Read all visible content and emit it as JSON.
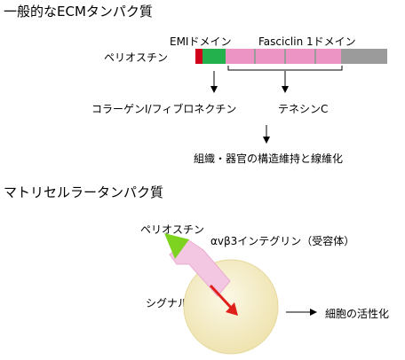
{
  "section1": {
    "title": "一般的なECMタンパク質",
    "emi_label": "EMIドメイン",
    "fasciclin_label": "Fasciclin 1ドメイン",
    "protein_label": "ペリオスチン",
    "collagen_label": "コラーゲンI/フィブロネクチン",
    "tenascin_label": "テネシンC",
    "outcome_label": "組織・器官の構造維持と線維化"
  },
  "section2": {
    "title": "マトリセルラータンパク質",
    "protein_label": "ペリオスチン",
    "integrin_label": "αvβ3インテグリン（受容体）",
    "signal_label": "シグナル",
    "outcome_label": "細胞の活性化"
  },
  "colors": {
    "signal_peptide": "#d0021b",
    "emi_domain": "#22b14c",
    "fasciclin_domain": "#ec94c4",
    "c_terminal": "#9b9b9b",
    "ligand": "#7ed321",
    "receptor": "#f3c6e1",
    "cell": "#f6efc8",
    "signal_arrow": "#e0201b"
  }
}
